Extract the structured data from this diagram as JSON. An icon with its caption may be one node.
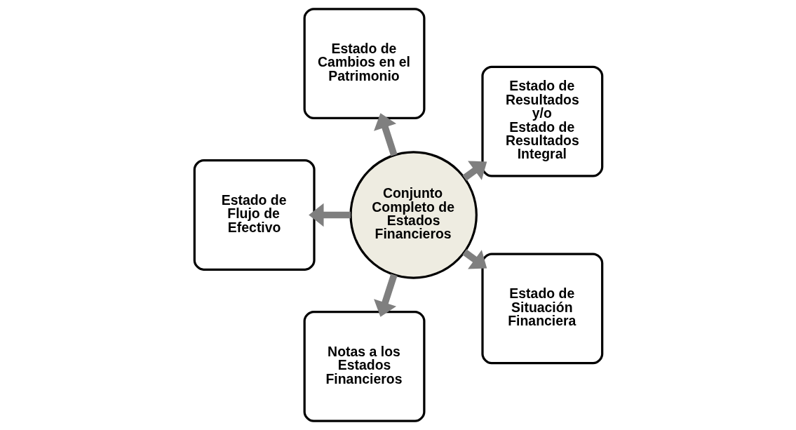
{
  "diagram": {
    "nodes": [
      {
        "text": [
          "Conjunto Completo de Estados Financieros"
        ]
      },
      {
        "text": [
          "Estado de Resultados",
          "y/o",
          "Estado de Resultados Integral"
        ]
      },
      {
        "text": [
          "Estado de Cambios en el Patrimonio"
        ]
      },
      {
        "text": [
          "Estado de Flujo de Efectivo"
        ]
      },
      {
        "text": [
          "Notas a los Estados Financieros"
        ]
      },
      {
        "text": [
          "Estado de Situación Financiera"
        ]
      }
    ],
    "edges": [
      {
        "from": 0,
        "to": 1,
        "arrow": "to"
      },
      {
        "from": 0,
        "to": 2,
        "arrow": "to"
      },
      {
        "from": 0,
        "to": 3,
        "arrow": "to"
      },
      {
        "from": 0,
        "to": 4,
        "arrow": "to"
      },
      {
        "from": 0,
        "to": 5,
        "arrow": "to"
      }
    ]
  }
}
